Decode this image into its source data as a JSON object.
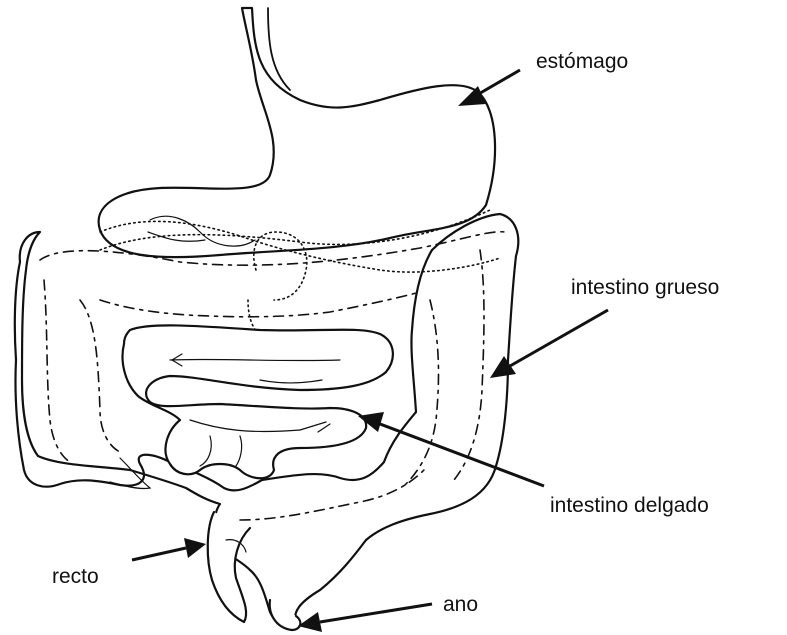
{
  "labels": {
    "stomach": "estómago",
    "large_intestine": "intestino grueso",
    "small_intestine": "intestino delgado",
    "rectum": "recto",
    "anus": "ano"
  },
  "colors": {
    "ink": "#111111",
    "background": "#ffffff"
  }
}
